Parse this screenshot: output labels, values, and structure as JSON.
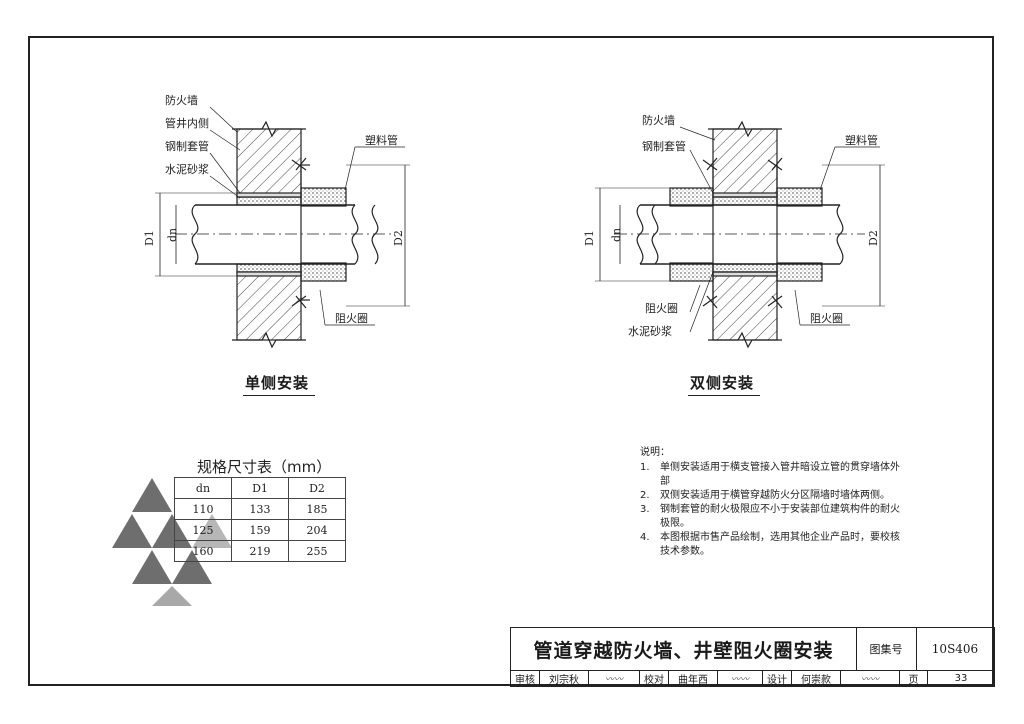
{
  "single": {
    "labels": {
      "fire_wall": "防火墙",
      "shaft_inner": "管井内侧",
      "steel_sleeve": "钢制套管",
      "cement_mortar": "水泥砂浆",
      "plastic_pipe": "塑料管",
      "fire_ring": "阻火圈"
    },
    "dims": {
      "d1": "D1",
      "dn": "dn",
      "d2": "D2"
    },
    "caption": "单侧安装"
  },
  "double": {
    "labels": {
      "fire_wall": "防火墙",
      "steel_sleeve": "钢制套管",
      "plastic_pipe": "塑料管",
      "fire_ring_left": "阻火圈",
      "cement_mortar": "水泥砂浆",
      "fire_ring_right": "阻火圈"
    },
    "dims": {
      "d1": "D1",
      "dn": "dn",
      "d2": "D2"
    },
    "caption": "双侧安装"
  },
  "spec_table": {
    "title": "规格尺寸表（mm）",
    "headers": [
      "dn",
      "D1",
      "D2"
    ],
    "rows": [
      [
        "110",
        "133",
        "185"
      ],
      [
        "125",
        "159",
        "204"
      ],
      [
        "160",
        "219",
        "255"
      ]
    ]
  },
  "notes": {
    "title": "说明：",
    "items": [
      {
        "num": "1.",
        "text": "单侧安装适用于横支管接入管井暗设立管的贯穿墙体外部"
      },
      {
        "num": "2.",
        "text": "双侧安装适用于横管穿越防火分区隔墙时墙体两侧。"
      },
      {
        "num": "3.",
        "text": "钢制套管的耐火极限应不小于安装部位建筑构件的耐火极限。"
      },
      {
        "num": "4.",
        "text": "本图根据市售产品绘制，选用其他企业产品时，要校核技术参数。"
      }
    ]
  },
  "title_block": {
    "title": "管道穿越防火墙、井壁阻火圈安装",
    "atlas_label": "图集号",
    "atlas_number": "10S406",
    "review_label": "审核",
    "reviewer": "刘宗秋",
    "check_label": "校对",
    "checker": "曲年西",
    "design_label": "设计",
    "designer": "何崇款",
    "page_label": "页",
    "page_number": "33"
  },
  "colors": {
    "line": "#222222",
    "hatch": "#444444",
    "fill_dots": "#777777",
    "watermark": "#555555"
  }
}
